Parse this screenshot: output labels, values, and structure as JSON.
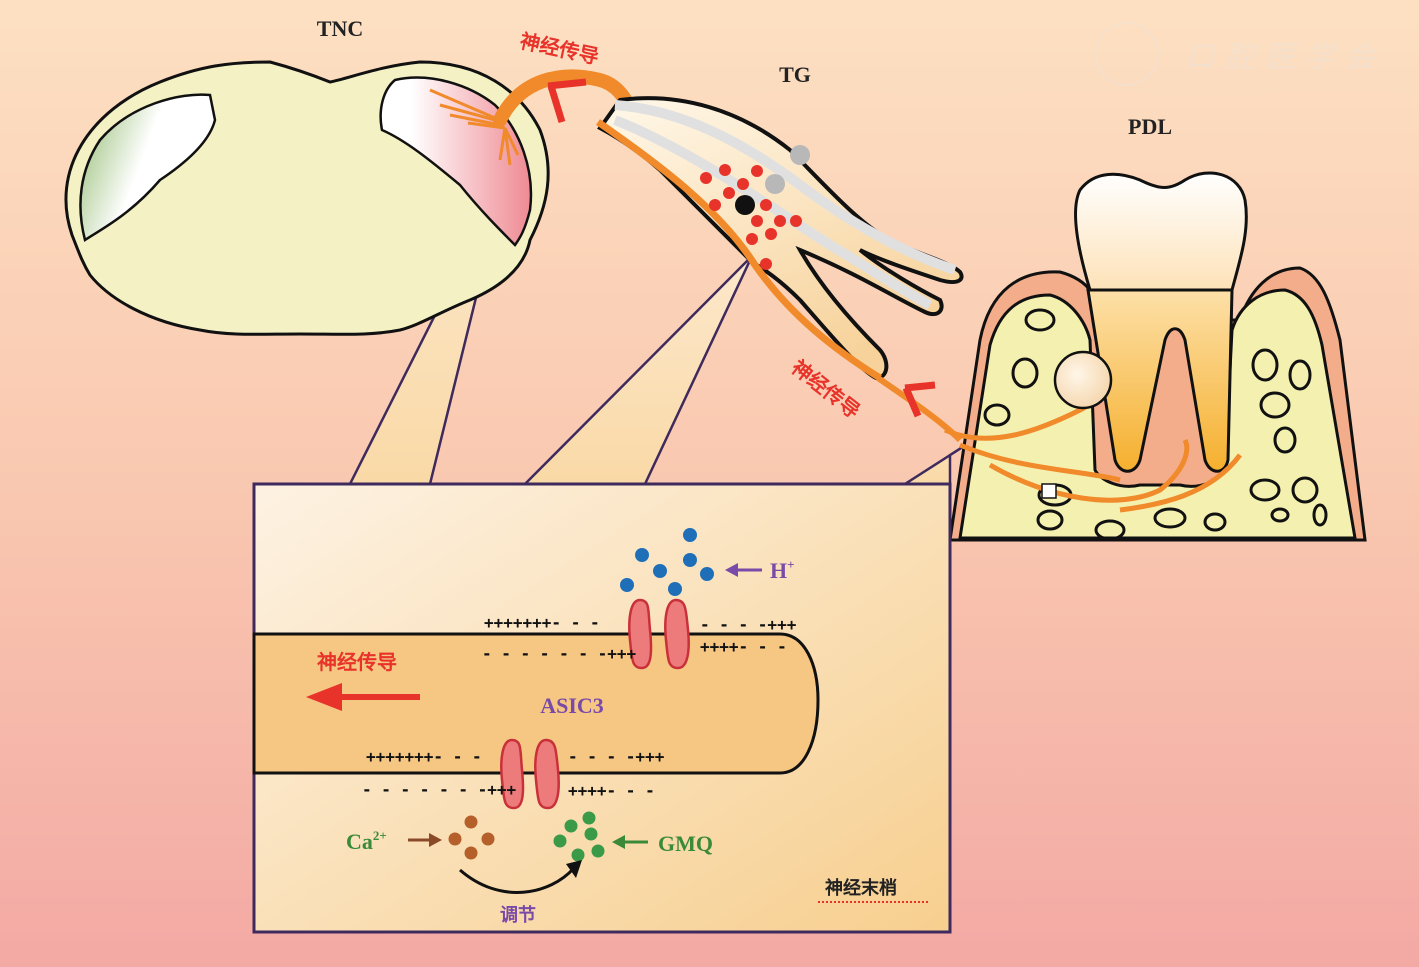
{
  "figure": {
    "regions": {
      "tnc": "TNC",
      "tg": "TG",
      "pdl": "PDL"
    },
    "conduction_labels": {
      "top": "神经传导",
      "right": "神经传导",
      "inset": "神经传导"
    },
    "inset": {
      "channel": "ASIC3",
      "proton": {
        "symbol": "H",
        "charge": "+"
      },
      "calcium": {
        "symbol": "Ca",
        "charge": "2+"
      },
      "agonist": "GMQ",
      "modulation": "调节",
      "legend": "神经末梢",
      "membrane_charges": {
        "top_outer_left": "+++++++- - -",
        "top_inner_left": "- - - - - - -+++",
        "top_outer_right": "- - - -+++",
        "top_inner_right": "++++- - -",
        "bottom_inner_left": "+++++++- - -",
        "bottom_outer_left": "- - - - - - -+++",
        "bottom_inner_right": "- - - -+++",
        "bottom_outer_right": "++++- - -"
      }
    },
    "watermark": {
      "text": "口腔医学会"
    },
    "colors": {
      "conduction_red": "#e8332a",
      "nerve_orange": "#f08a2a",
      "channel_pink": "#ee7b7b",
      "proton_blue": "#1f6fb8",
      "calcium_brown": "#b5602a",
      "gmq_green": "#3a9a48",
      "label_purple": "#7a4aa8",
      "label_green": "#3a8a3a"
    }
  }
}
